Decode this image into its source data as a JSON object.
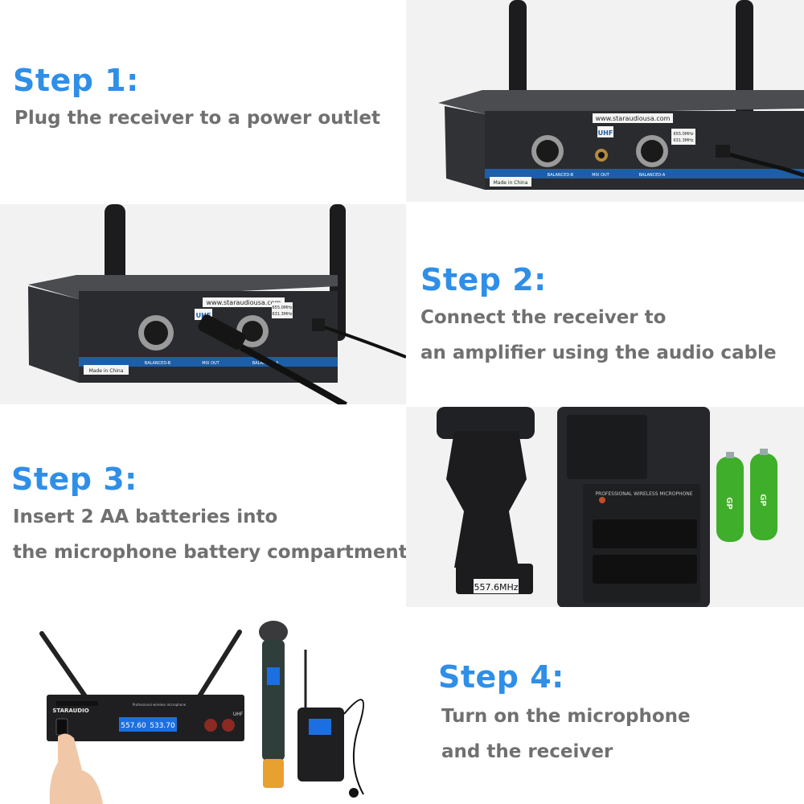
{
  "steps": [
    {
      "title": "Step 1:",
      "lines": [
        "Plug the receiver to a power outlet"
      ]
    },
    {
      "title": "Step 2:",
      "lines": [
        "Connect the receiver to",
        "an amplifier using the audio cable"
      ]
    },
    {
      "title": "Step 3:",
      "lines": [
        "Insert 2 AA batteries into",
        "the microphone battery compartment"
      ]
    },
    {
      "title": "Step 4:",
      "lines": [
        "Turn on the microphone",
        "and the receiver"
      ]
    }
  ],
  "receiver_labels": {
    "website": "www.staraudiousa.com",
    "band": "UHF",
    "origin": "Made in China",
    "balanced_b": "BALANCED-B",
    "balanced_a": "BALANCED-A",
    "mix_out": "MIX OUT",
    "freq_1": "655.0MHz",
    "freq_2": "631.3MHz"
  },
  "battery_labels": {
    "frequency_tag": "557.6MHz",
    "compartment_text": "PROFESSIONAL WIRELESS MICROPHONE",
    "battery_brand": "GP"
  },
  "front_panel": {
    "brand": "STARAUDIO",
    "band": "UHF",
    "display_a": "557.60",
    "display_b": "533.70",
    "tagline": "Professional wireless microphone"
  },
  "colors": {
    "step_title": "#2f8fe8",
    "step_text": "#707070",
    "receiver_body": "#2a2b2e",
    "blue_strip": "#1d5ea8",
    "battery_green": "#3fae2a"
  }
}
